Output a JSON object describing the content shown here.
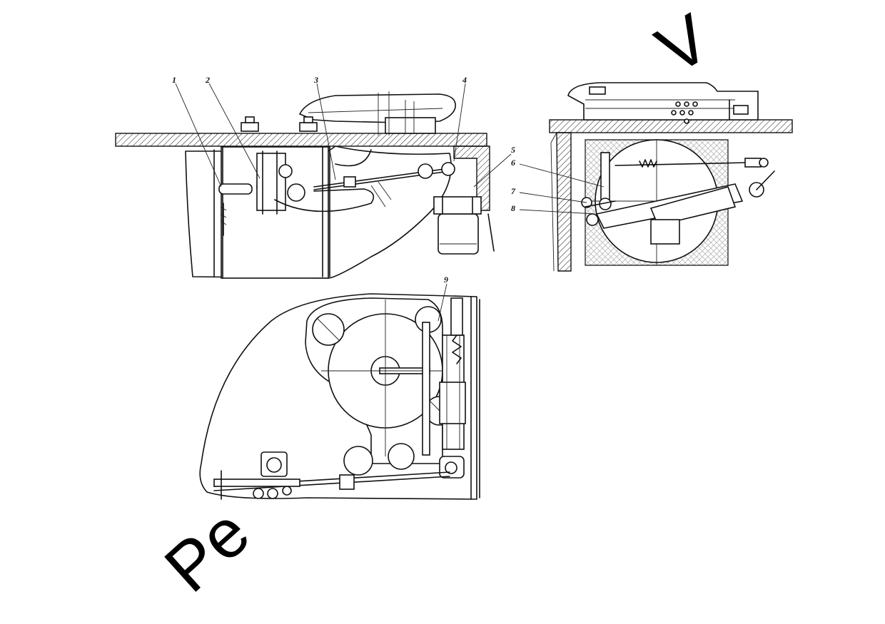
{
  "callouts": {
    "c1": "1",
    "c2": "2",
    "c3": "3",
    "c4": "4",
    "c5": "5",
    "c6": "6",
    "c7": "7",
    "c8": "8",
    "c9": "9"
  },
  "watermark": {
    "text_top": "V",
    "text_bottom": "Pe"
  }
}
